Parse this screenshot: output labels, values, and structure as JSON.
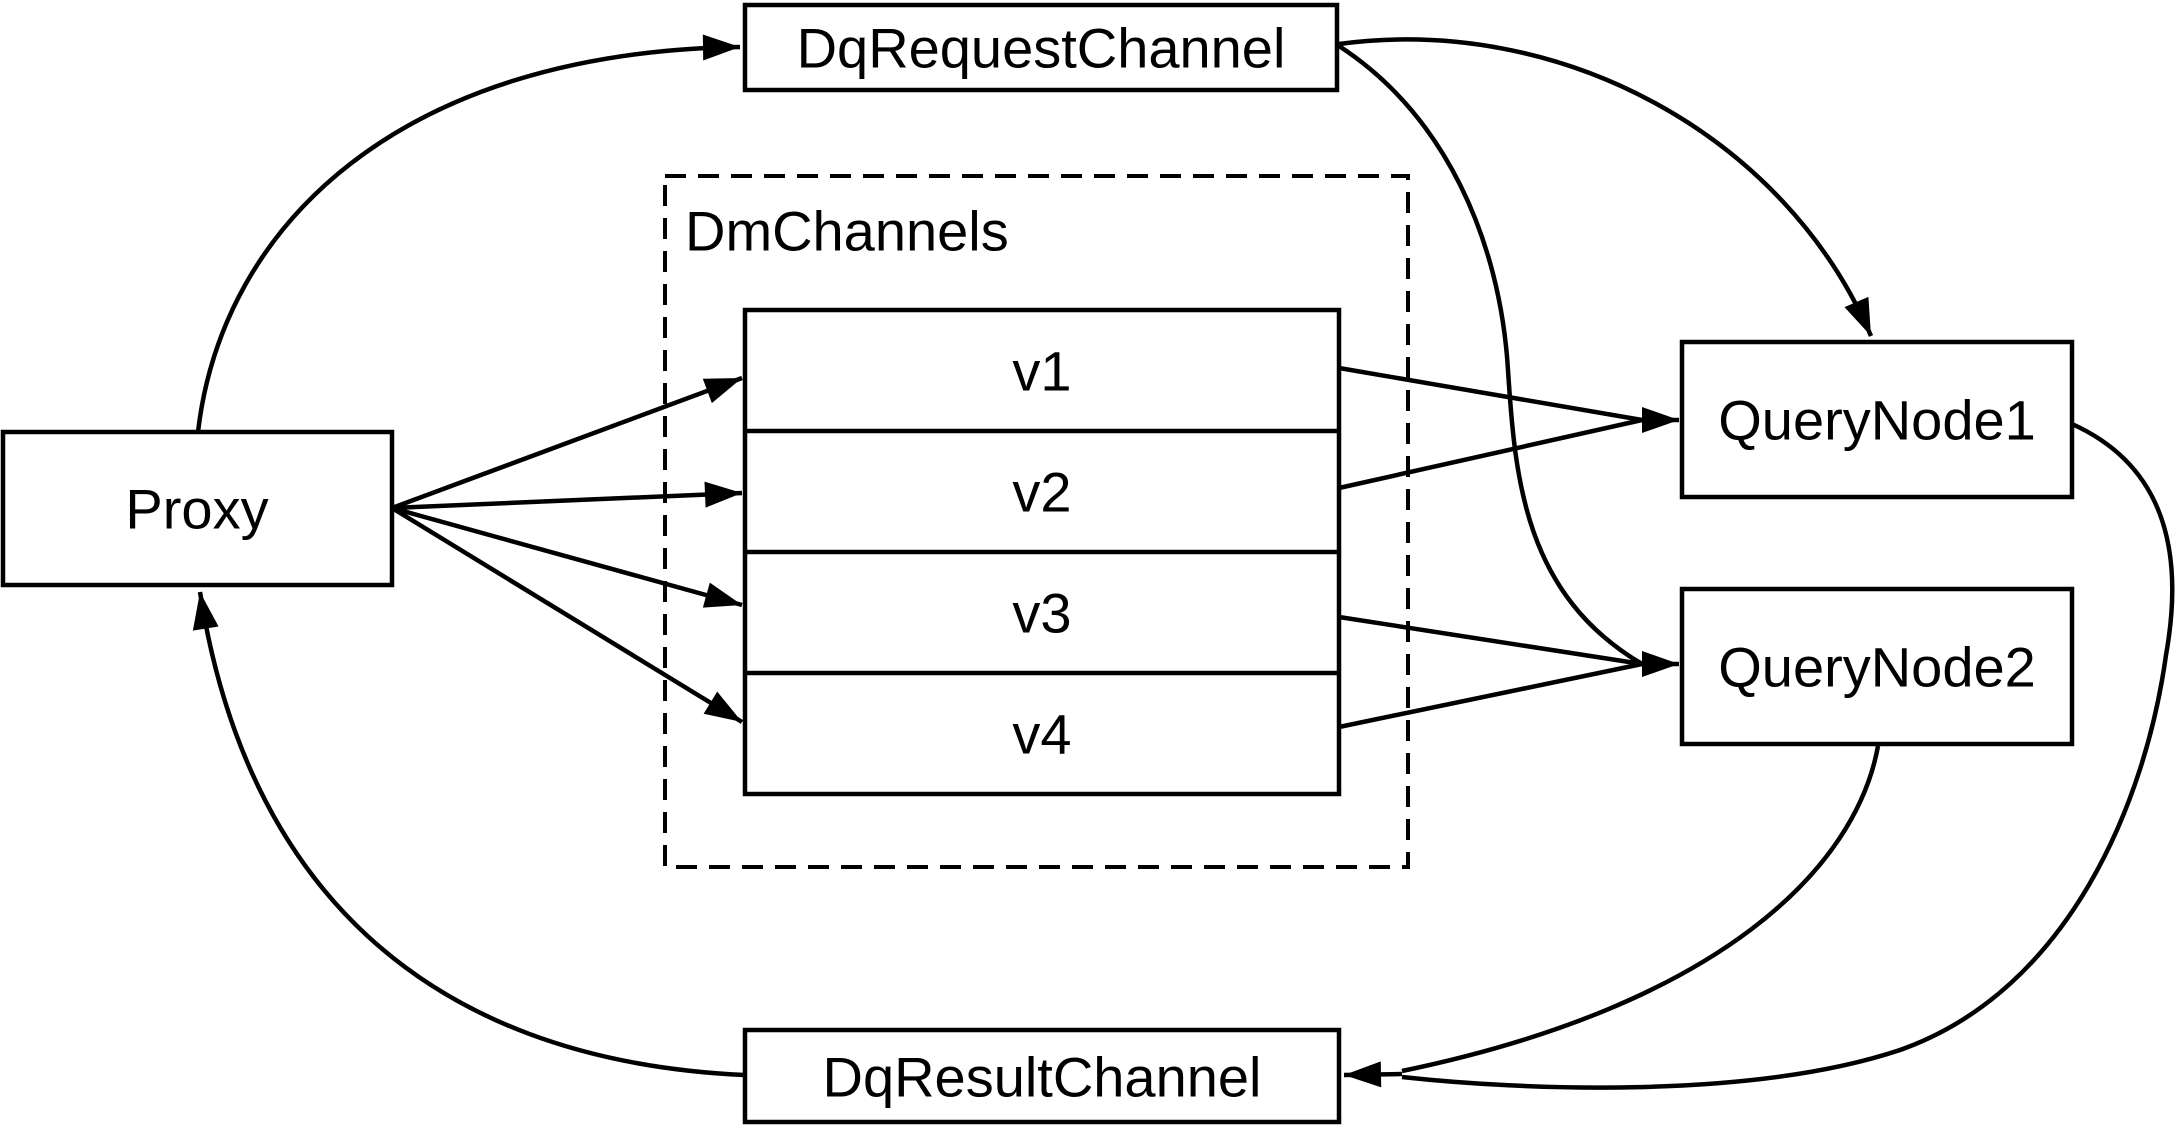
{
  "diagram": {
    "background_color": "#ffffff",
    "stroke_color": "#000000",
    "nodes": {
      "proxy": {
        "label": "Proxy"
      },
      "dq_request_channel": {
        "label": "DqRequestChannel"
      },
      "dm_channels": {
        "label": "DmChannels",
        "rows": [
          "v1",
          "v2",
          "v3",
          "v4"
        ]
      },
      "query_node_1": {
        "label": "QueryNode1"
      },
      "query_node_2": {
        "label": "QueryNode2"
      },
      "dq_result_channel": {
        "label": "DqResultChannel"
      }
    },
    "edges": [
      {
        "from": "Proxy",
        "to": "DqRequestChannel"
      },
      {
        "from": "Proxy",
        "to": "v1"
      },
      {
        "from": "Proxy",
        "to": "v2"
      },
      {
        "from": "Proxy",
        "to": "v3"
      },
      {
        "from": "Proxy",
        "to": "v4"
      },
      {
        "from": "v1",
        "to": "QueryNode1"
      },
      {
        "from": "v2",
        "to": "QueryNode1"
      },
      {
        "from": "v3",
        "to": "QueryNode2"
      },
      {
        "from": "v4",
        "to": "QueryNode2"
      },
      {
        "from": "DqRequestChannel",
        "to": "QueryNode1"
      },
      {
        "from": "DqRequestChannel",
        "to": "QueryNode2"
      },
      {
        "from": "QueryNode1",
        "to": "DqResultChannel"
      },
      {
        "from": "QueryNode2",
        "to": "DqResultChannel"
      },
      {
        "from": "DqResultChannel",
        "to": "Proxy"
      }
    ]
  }
}
